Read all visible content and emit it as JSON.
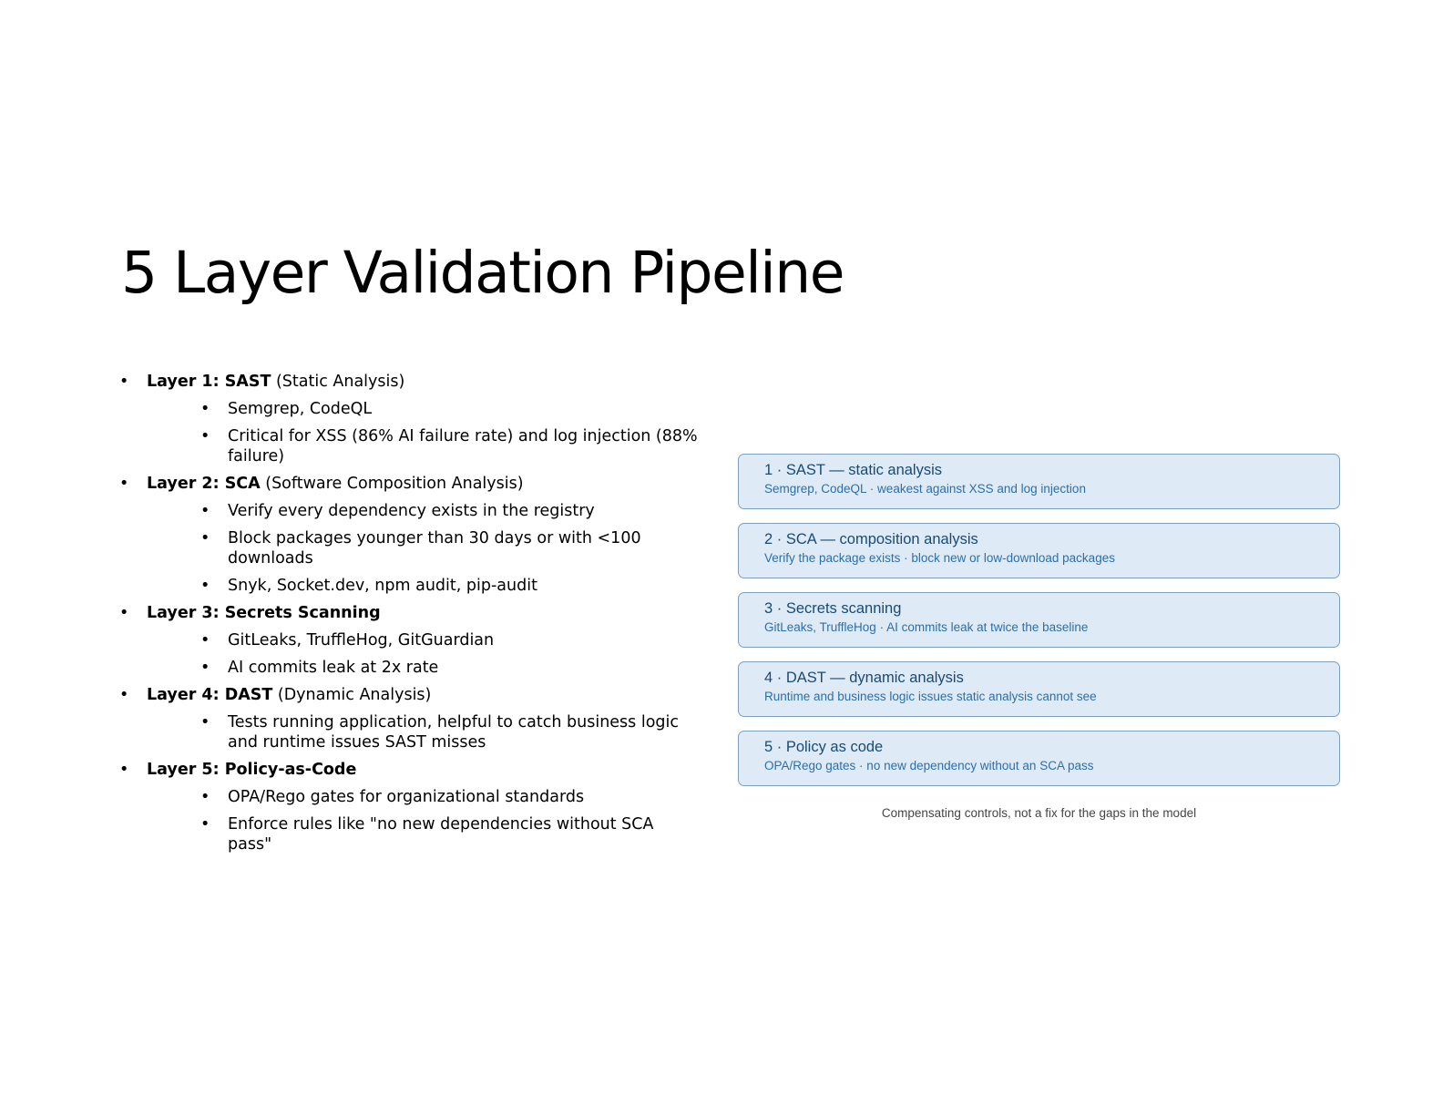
{
  "title": "5 Layer Validation Pipeline",
  "layers": [
    {
      "label": "Layer 1: SAST",
      "suffix": " (Static Analysis)",
      "items": [
        "Semgrep, CodeQL",
        "Critical for XSS (86% AI failure rate) and log injection (88% failure)"
      ]
    },
    {
      "label": "Layer 2: SCA",
      "suffix": " (Software Composition Analysis)",
      "items": [
        "Verify every dependency exists in the registry",
        "Block packages younger than 30 days or with <100 downloads",
        "Snyk, Socket.dev, npm audit, pip-audit"
      ]
    },
    {
      "label": "Layer 3: Secrets Scanning",
      "suffix": "",
      "items": [
        "GitLeaks, TruffleHog, GitGuardian",
        "AI commits leak at 2x rate"
      ]
    },
    {
      "label": "Layer 4: DAST",
      "suffix": " (Dynamic Analysis)",
      "items": [
        "Tests running application, helpful to catch business logic and runtime issues SAST misses"
      ]
    },
    {
      "label": "Layer 5: Policy-as-Code",
      "suffix": "",
      "items": [
        "OPA/Rego gates for organizational standards",
        "Enforce rules like \"no new dependencies without SCA pass\""
      ]
    }
  ],
  "diagram": {
    "boxes": [
      {
        "title": "1 · SAST — static analysis",
        "desc": "Semgrep, CodeQL · weakest against XSS and log injection"
      },
      {
        "title": "2 · SCA — composition analysis",
        "desc": "Verify the package exists · block new or low-download packages"
      },
      {
        "title": "3 · Secrets scanning",
        "desc": "GitLeaks, TruffleHog · AI commits leak at twice the baseline"
      },
      {
        "title": "4 · DAST — dynamic analysis",
        "desc": "Runtime and business logic issues static analysis cannot see"
      },
      {
        "title": "5 · Policy as code",
        "desc": "OPA/Rego gates · no new dependency without an SCA pass"
      }
    ],
    "caption": "Compensating controls, not a fix for the gaps in the model",
    "colors": {
      "box_fill": "#deebf7",
      "box_border": "#7f9fbd",
      "title_text": "#1a4a73",
      "desc_text": "#2e6ea6"
    }
  }
}
